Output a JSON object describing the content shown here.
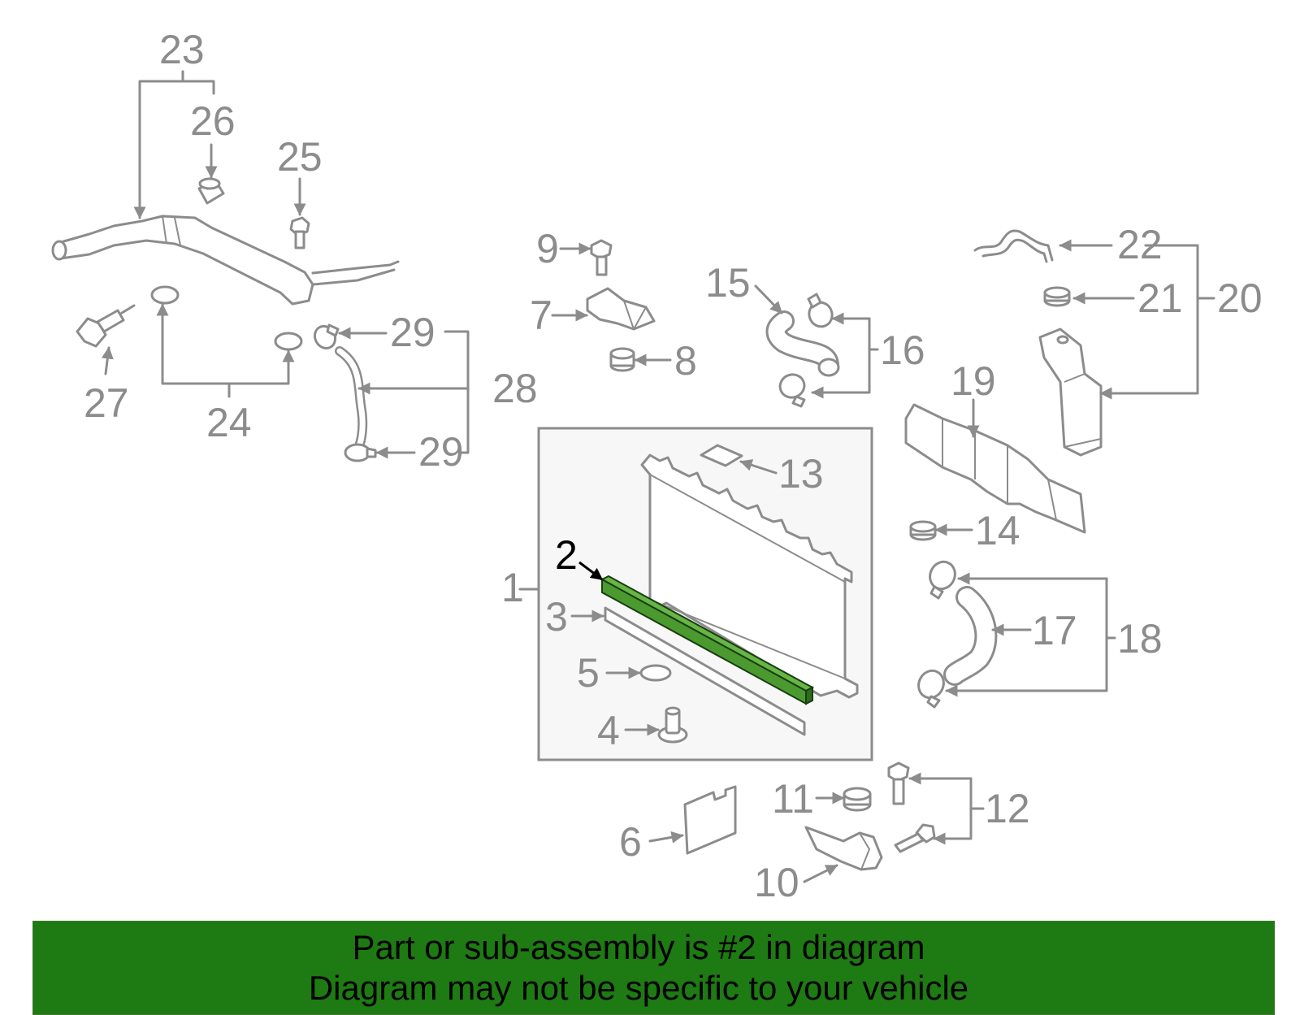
{
  "colors": {
    "line": "#8c8c8c",
    "highlight": "#4a9a30",
    "highlight_label": "#000000",
    "panel": "#f7f7f7",
    "banner": "#1e7a12"
  },
  "callouts": [
    {
      "id": "1",
      "label": "1"
    },
    {
      "id": "2",
      "label": "2"
    },
    {
      "id": "3",
      "label": "3"
    },
    {
      "id": "4",
      "label": "4"
    },
    {
      "id": "5",
      "label": "5"
    },
    {
      "id": "6",
      "label": "6"
    },
    {
      "id": "7",
      "label": "7"
    },
    {
      "id": "8",
      "label": "8"
    },
    {
      "id": "9",
      "label": "9"
    },
    {
      "id": "10",
      "label": "10"
    },
    {
      "id": "11",
      "label": "11"
    },
    {
      "id": "12",
      "label": "12"
    },
    {
      "id": "13",
      "label": "13"
    },
    {
      "id": "14",
      "label": "14"
    },
    {
      "id": "15",
      "label": "15"
    },
    {
      "id": "16",
      "label": "16"
    },
    {
      "id": "17",
      "label": "17"
    },
    {
      "id": "18",
      "label": "18"
    },
    {
      "id": "19",
      "label": "19"
    },
    {
      "id": "20",
      "label": "20"
    },
    {
      "id": "21",
      "label": "21"
    },
    {
      "id": "22",
      "label": "22"
    },
    {
      "id": "23",
      "label": "23"
    },
    {
      "id": "24",
      "label": "24"
    },
    {
      "id": "25",
      "label": "25"
    },
    {
      "id": "26",
      "label": "26"
    },
    {
      "id": "27",
      "label": "27"
    },
    {
      "id": "28",
      "label": "28"
    },
    {
      "id": "29a",
      "label": "29"
    },
    {
      "id": "29b",
      "label": "29"
    }
  ],
  "highlighted_part": "2",
  "banner": {
    "line1": "Part or sub-assembly is #2 in diagram",
    "line2": "Diagram may not be specific to your vehicle"
  }
}
